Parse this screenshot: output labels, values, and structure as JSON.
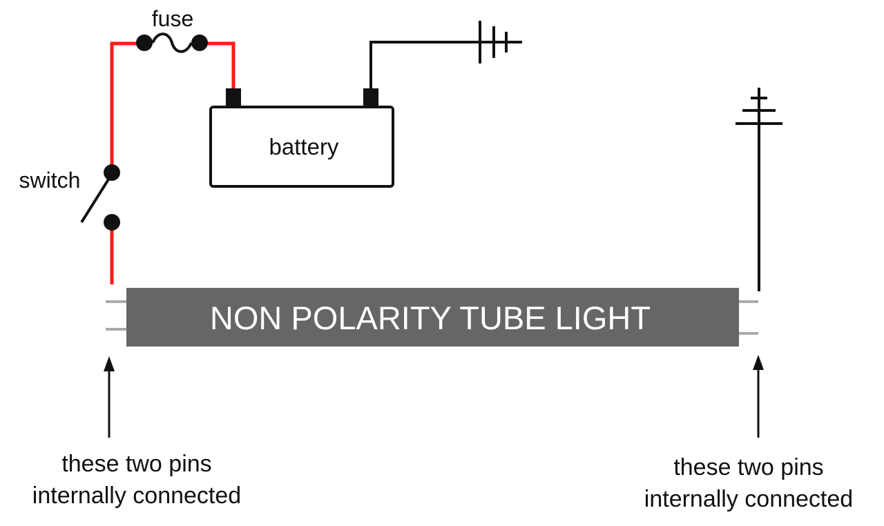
{
  "diagram": {
    "labels": {
      "fuse": "fuse",
      "battery": "battery",
      "switch": "switch",
      "tube": "NON POLARITY TUBE LIGHT",
      "left_note_line1": "these two pins",
      "left_note_line2": "internally connected",
      "right_note_line1": "these two pins",
      "right_note_line2": "internally connected"
    },
    "colors": {
      "live_wire": "#ff1a1a",
      "wire": "#111111",
      "tube_fill": "#666666",
      "tube_text": "#ffffff",
      "pin": "#aaaaaa"
    }
  }
}
